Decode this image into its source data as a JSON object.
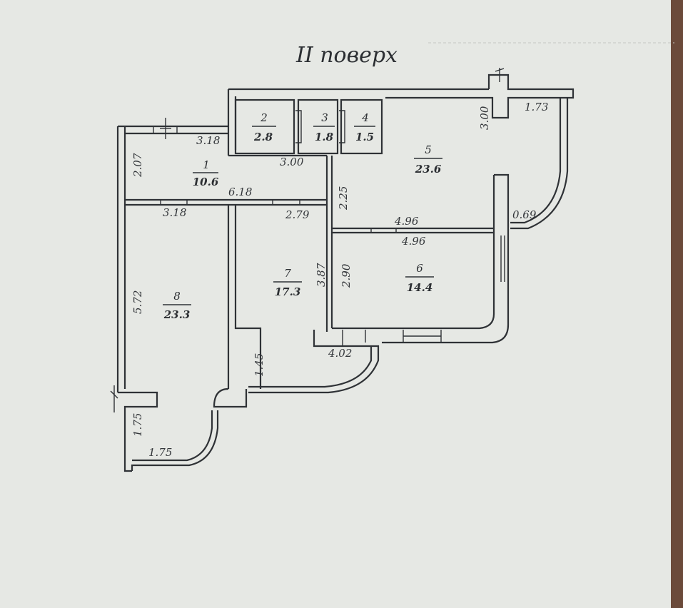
{
  "title": "II  поверх",
  "rooms": [
    {
      "number": "1",
      "area": "10.6"
    },
    {
      "number": "2",
      "area": "2.8"
    },
    {
      "number": "3",
      "area": "1.8"
    },
    {
      "number": "4",
      "area": "1.5"
    },
    {
      "number": "5",
      "area": "23.6"
    },
    {
      "number": "6",
      "area": "14.4"
    },
    {
      "number": "7",
      "area": "17.3"
    },
    {
      "number": "8",
      "area": "23.3"
    }
  ],
  "dimensions": [
    "3.18",
    "2.07",
    "3.00",
    "6.18",
    "3.18",
    "2.79",
    "2.25",
    "3.00",
    "1.73",
    "4.96",
    "0.69",
    "4.96",
    "2.90",
    "3.87",
    "5.72",
    "4.02",
    "1.45",
    "1.75",
    "1.75"
  ]
}
